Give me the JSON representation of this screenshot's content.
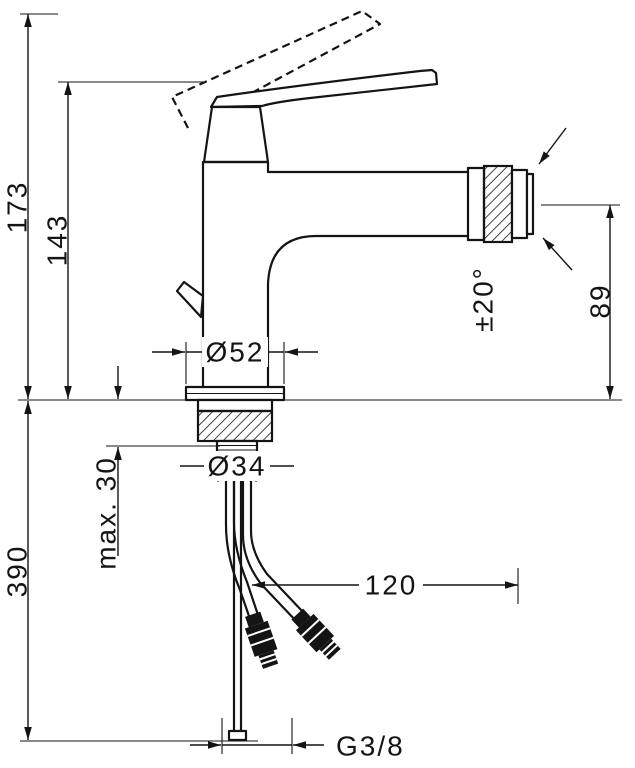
{
  "meta": {
    "type": "technical dimension drawing",
    "subject": "single-lever bidet mixer, front view with supply hoses and pop-up rod"
  },
  "dimensions": {
    "total_height": "173",
    "spout_height": "143",
    "under_deck_length": "390",
    "max_deck_thickness": "max. 30",
    "base_diameter": "Ø52",
    "shank_diameter": "Ø34",
    "reach": "120",
    "outlet_height": "89",
    "swivel_angle": "±20°",
    "connection_thread": "G3/8"
  },
  "colors": {
    "line": "#141414",
    "background": "#ffffff"
  }
}
